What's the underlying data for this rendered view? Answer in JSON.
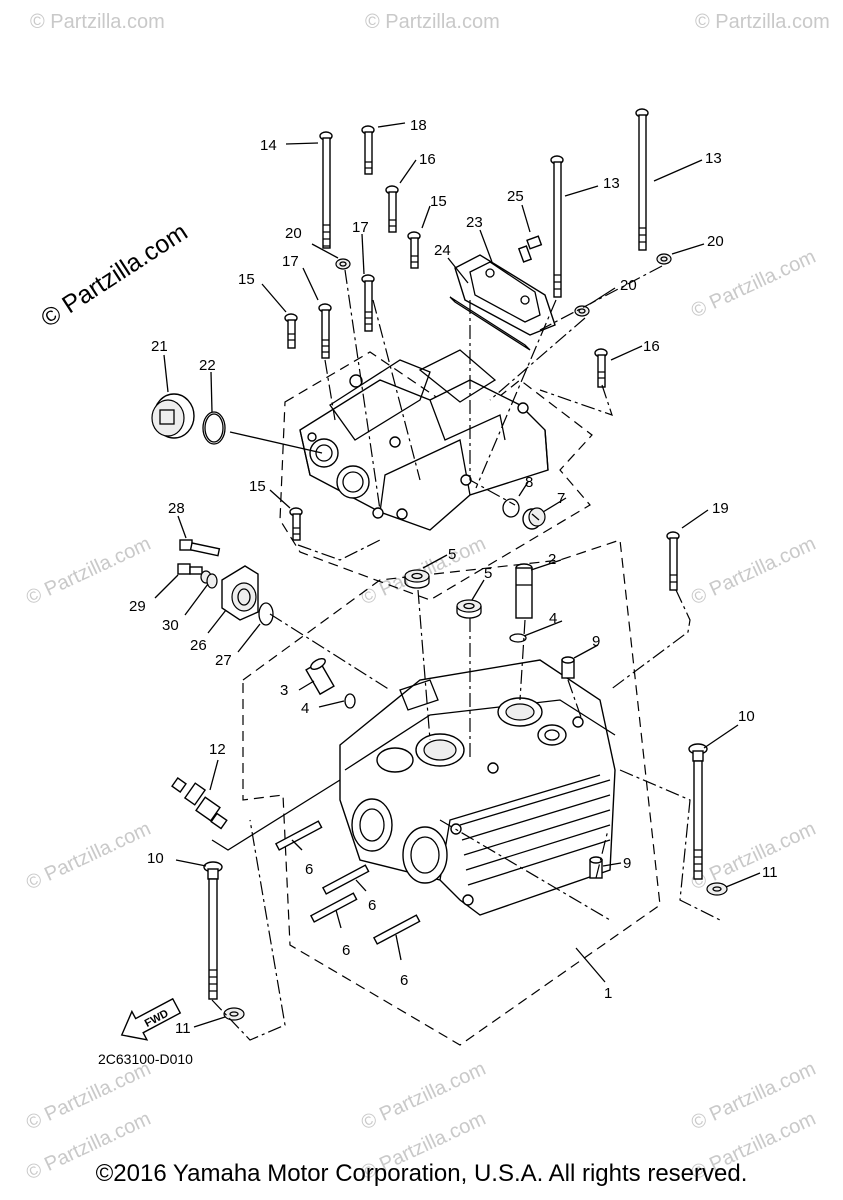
{
  "watermark": {
    "main": "© Partzilla.com",
    "repeat": "© Partzilla.com"
  },
  "diagram_code": "2C63100-D010",
  "fwd_label": "FWD",
  "copyright": "©2016 Yamaha Motor Corporation, U.S.A. All rights reserved.",
  "callouts": {
    "c14": "14",
    "c18": "18",
    "c16a": "16",
    "c15a": "15",
    "c25": "25",
    "c13a": "13",
    "c13b": "13",
    "c20a": "20",
    "c17a": "17",
    "c23": "23",
    "c24": "24",
    "c20b": "20",
    "c20c": "20",
    "c15b": "15",
    "c17b": "17",
    "c21": "21",
    "c22": "22",
    "c16b": "16",
    "c8": "8",
    "c7": "7",
    "c15c": "15",
    "c28": "28",
    "c19": "19",
    "c5a": "5",
    "c2": "2",
    "c5b": "5",
    "c4a": "4",
    "c29": "29",
    "c30": "30",
    "c26": "26",
    "c27": "27",
    "c9a": "9",
    "c3": "3",
    "c4b": "4",
    "c10a": "10",
    "c12": "12",
    "c10b": "10",
    "c6a": "6",
    "c9b": "9",
    "c11a": "11",
    "c6b": "6",
    "c6c": "6",
    "c6d": "6",
    "c1": "1",
    "c11b": "11"
  }
}
